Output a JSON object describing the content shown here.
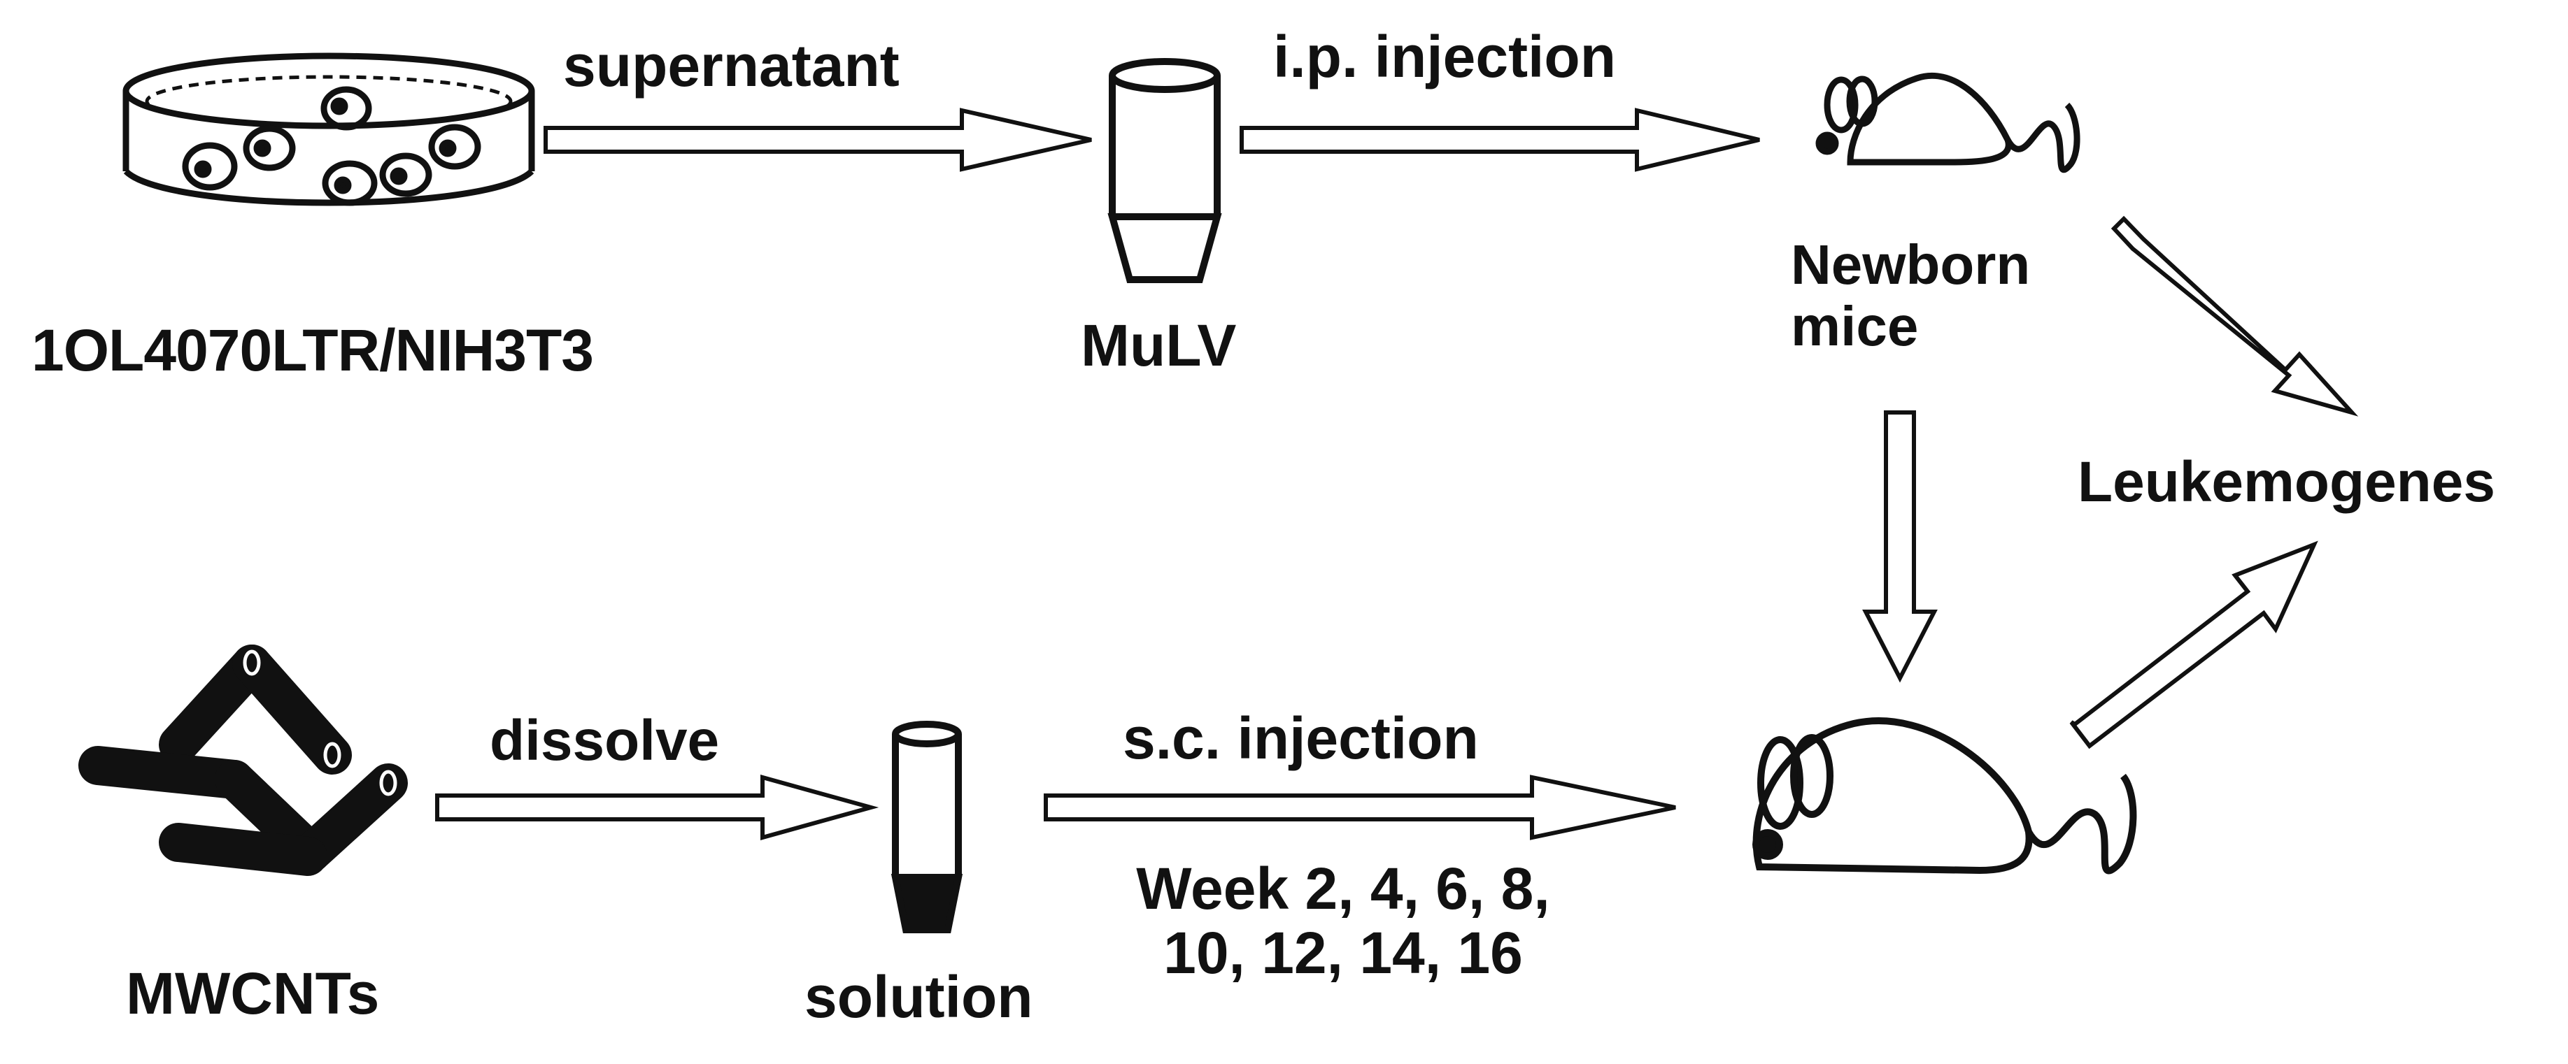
{
  "labels": {
    "cell_line": "1OL4070LTR/NIH3T3",
    "supernatant": "supernatant",
    "mulv": "MuLV",
    "ip_injection": "i.p. injection",
    "newborn_line1": "Newborn",
    "newborn_line2": "mice",
    "leukemogenes": "Leukemogenes",
    "mwcnts": "MWCNTs",
    "dissolve": "dissolve",
    "solution": "solution",
    "sc_injection": "s.c. injection",
    "weeks_line1": "Week 2, 4, 6, 8,",
    "weeks_line2": "10, 12, 14, 16"
  },
  "colors": {
    "ink": "#111111",
    "background": "#ffffff"
  },
  "icons": [
    "petri-dish-icon",
    "tube-icon",
    "mouse-icon",
    "nanotubes-icon",
    "solution-tube-icon"
  ]
}
